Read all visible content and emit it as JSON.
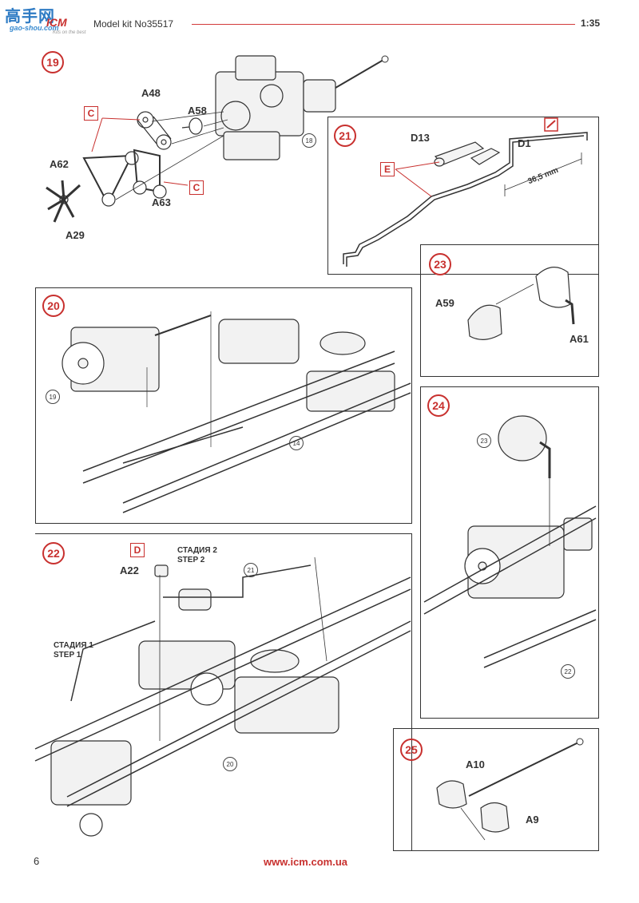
{
  "header": {
    "watermark_cn": "高手网",
    "watermark_url": "gao-shou.com",
    "logo": "ICM",
    "logo_tagline": "Kits on the best",
    "model_kit": "Model kit No35517",
    "scale": "1:35"
  },
  "steps": {
    "s19": {
      "number": "19",
      "labels": {
        "a48": "A48",
        "a58": "A58",
        "a62": "A62",
        "a63": "A63",
        "a29": "A29"
      },
      "box_c1": "C",
      "box_c2": "C",
      "ref": "18"
    },
    "s20": {
      "number": "20",
      "ref19": "19",
      "ref14": "14"
    },
    "s21": {
      "number": "21",
      "labels": {
        "d13": "D13",
        "d1": "D1"
      },
      "box_e": "E",
      "dimension": "36,5 mm"
    },
    "s22": {
      "number": "22",
      "label_a22": "A22",
      "box_d": "D",
      "stage2_ru": "СТАДИЯ 2",
      "stage2_en": "STEP 2",
      "stage1_ru": "СТАДИЯ 1",
      "stage1_en": "STEP 1",
      "ref21": "21",
      "ref20": "20"
    },
    "s23": {
      "number": "23",
      "labels": {
        "a59": "A59",
        "a61": "A61"
      }
    },
    "s24": {
      "number": "24",
      "ref23": "23",
      "ref22": "22"
    },
    "s25": {
      "number": "25",
      "labels": {
        "a10": "A10",
        "a9": "A9"
      }
    }
  },
  "footer": {
    "page": "6",
    "url": "www.icm.com.ua"
  },
  "colors": {
    "accent": "#c8302e",
    "line": "#333333"
  }
}
